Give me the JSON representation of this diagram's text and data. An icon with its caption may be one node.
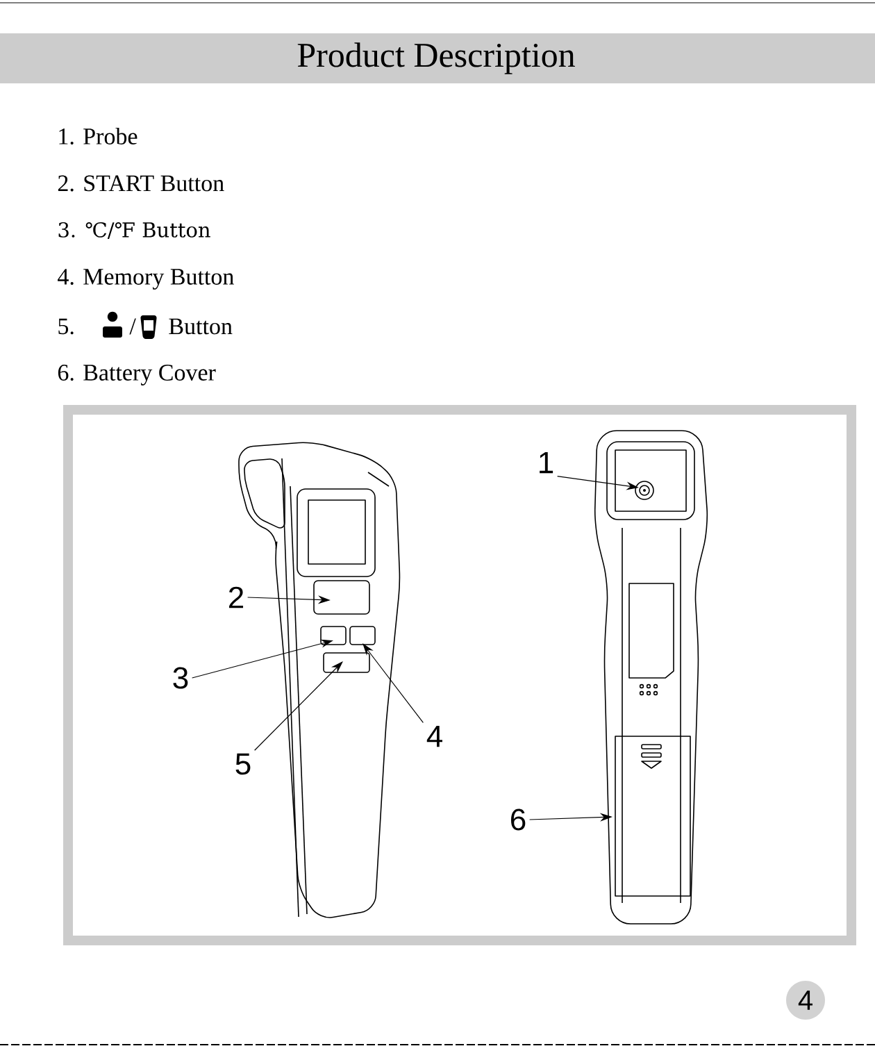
{
  "diagram": {
    "title": "Product Description",
    "nodes": [
      {
        "text": [
          "1"
        ]
      },
      {
        "text": [
          "2"
        ]
      },
      {
        "text": [
          "3"
        ]
      },
      {
        "text": [
          "4"
        ]
      },
      {
        "text": [
          "5"
        ]
      },
      {
        "text": [
          "6"
        ]
      }
    ],
    "edges": [
      {
        "from": 0,
        "to": null,
        "arrow": "to"
      },
      {
        "from": 1,
        "to": null,
        "arrow": "to"
      },
      {
        "from": 2,
        "to": null,
        "arrow": "to"
      },
      {
        "from": 3,
        "to": null,
        "arrow": "to"
      },
      {
        "from": 4,
        "to": null,
        "arrow": "to"
      },
      {
        "from": 5,
        "to": null,
        "arrow": "to"
      }
    ],
    "labels": [
      "1. Probe",
      "2. START Button",
      "3. ℃/℉ Button",
      "4. Memory Button",
      "5.",
      "/",
      "Button",
      "6. Battery Cover",
      "4"
    ]
  }
}
